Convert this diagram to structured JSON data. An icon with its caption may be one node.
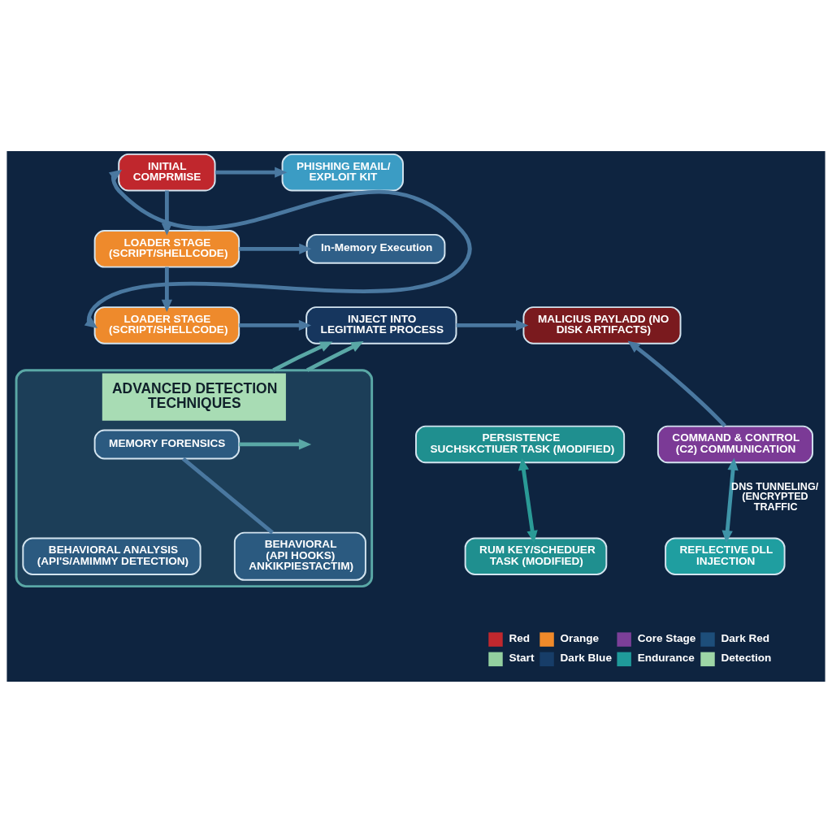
{
  "diagram": {
    "nodes": [
      {
        "text": [
          "INITIAL COMPRMISE"
        ]
      },
      {
        "text": [
          "PHISHING EMAIL/ EXPLOIT KIT"
        ]
      },
      {
        "text": [
          "LOADER STAGE (SCRIPT/SHELLCODE)"
        ]
      },
      {
        "text": [
          "In-Memory Execution"
        ]
      },
      {
        "text": [
          "LOADER STAGE (SCRIPT/SHELLCODE)"
        ]
      },
      {
        "text": [
          "INJECT INTO LEGITIMATE PROCESS"
        ]
      },
      {
        "text": [
          "MALICIUS PAYLADD (NO DISK ARTIFACTS)"
        ]
      },
      {
        "text": [
          "ADVANCED DETECTION TECHNIQUES"
        ]
      },
      {
        "text": [
          "MEMORY FORENSICS"
        ],
        "in": 7
      },
      {
        "text": [
          "BEHAVIORAL ANALYSIS (API'S/AMIMMY DETECTION)"
        ],
        "in": 7
      },
      {
        "text": [
          "BEHAVIORAL (API HOOKS) ANKIKPIESTACTIM)"
        ],
        "in": 7
      },
      {
        "text": [
          "COMMAND & CONTROL (C2) COMMUNICATION"
        ]
      },
      {
        "text": [
          "PERSISTENCE",
          "SUCHSKCTIUER TASK (MODIFIED)"
        ]
      },
      {
        "text": [
          "RUM KEY/SCHEDUER TASK (MODIFIED)"
        ]
      },
      {
        "text": [
          "REFLECTIVE DLL INJECTION"
        ]
      }
    ],
    "edges": [
      {
        "from": 4,
        "to": 0,
        "arrow": "both"
      },
      {
        "from": 0,
        "to": 1,
        "arrow": "to"
      },
      {
        "from": 0,
        "to": 2,
        "arrow": "to"
      },
      {
        "from": 2,
        "to": 3,
        "arrow": "to"
      },
      {
        "from": 2,
        "to": 4,
        "arrow": "to"
      },
      {
        "from": 4,
        "to": 5,
        "arrow": "to"
      },
      {
        "from": 5,
        "to": 6,
        "arrow": "to"
      },
      {
        "from": 7,
        "to": 5,
        "arrow": "to",
        "color": "#5aa8a6"
      },
      {
        "from": 7,
        "to": 5,
        "arrow": "to",
        "color": "#5aa8a6"
      },
      {
        "from": 8,
        "to": null,
        "arrow": "to",
        "color": "#5aa8a6"
      },
      {
        "from": 8,
        "to": 10,
        "arrow": "none"
      },
      {
        "from": 11,
        "to": 6,
        "arrow": "to"
      },
      {
        "from": 11,
        "to": 14,
        "arrow": "both",
        "label": "DNS TUNNELING/ (ENCRYPTED TRAFFIC",
        "color": "#3f94a8"
      },
      {
        "from": 12,
        "to": 13,
        "arrow": "both",
        "color": "#2a9a96"
      }
    ],
    "legend": [
      {
        "text": "Red",
        "color": "#c0282e"
      },
      {
        "text": "Orange",
        "color": "#f08a2a"
      },
      {
        "text": "Core Stage",
        "color": "#7b3f98"
      },
      {
        "text": "Dark Red",
        "color": "#1d4e7a"
      },
      {
        "text": "Start",
        "color": "#93d0a0"
      },
      {
        "text": "Dark Blue",
        "color": "#173d68"
      },
      {
        "text": "Endurance",
        "color": "#1f9a9a"
      },
      {
        "text": "Detection",
        "color": "#9dd6a6"
      }
    ]
  }
}
